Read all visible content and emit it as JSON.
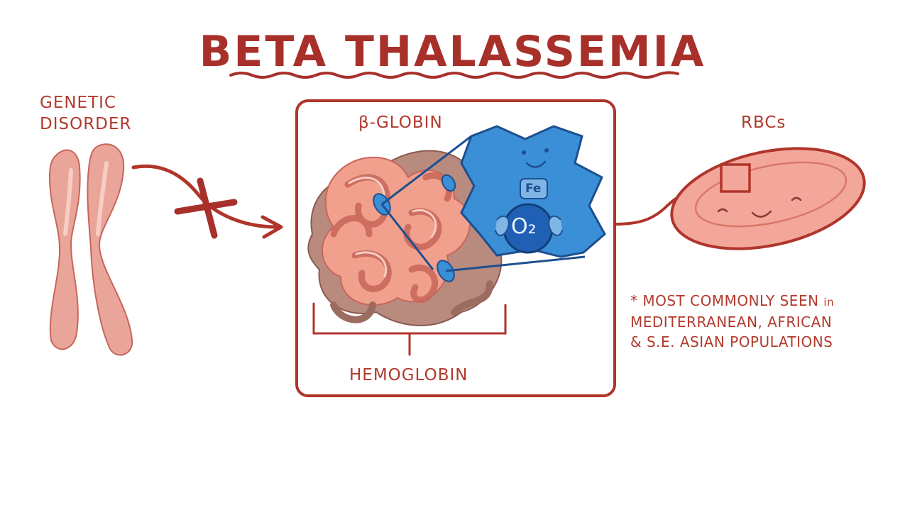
{
  "title": "BETA THALASSEMIA",
  "labels": {
    "genetic_line1": "GENETIC",
    "genetic_line2": "DISORDER",
    "beta_globin": "β-GLOBIN",
    "hemoglobin": "HEMOGLOBIN",
    "rbcs": "RBCs",
    "fe": "Fe",
    "o2": "O₂"
  },
  "note": {
    "star": "*",
    "line1": "MOST COMMONLY SEEN",
    "line1_small": "in",
    "line2": "MEDITERRANEAN, AFRICAN",
    "line3": "& S.E. ASIAN POPULATIONS"
  },
  "colors": {
    "title": "#a8302a",
    "outline": "#b0352b",
    "globin_pink": "#f0a08c",
    "globin_brown": "#b98a7e",
    "heme_blue": "#3b8fd6",
    "rbc_fill": "#f3a79a",
    "chromosome": "#eaa59a"
  }
}
